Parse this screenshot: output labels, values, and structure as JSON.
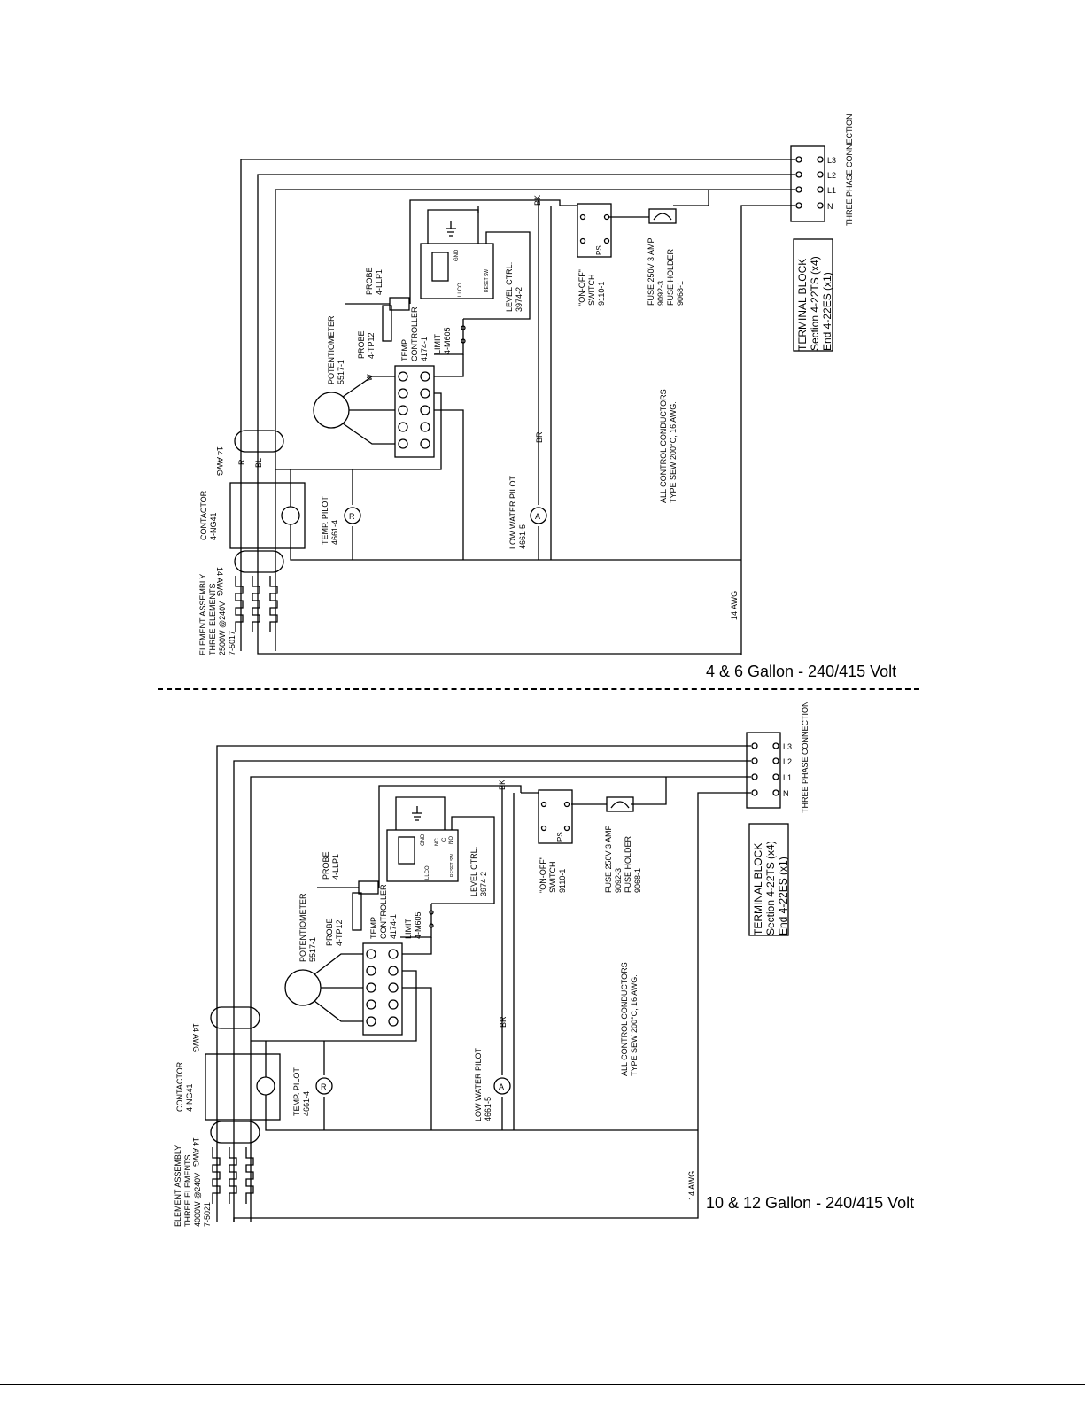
{
  "diagrams": [
    {
      "caption": "4 & 6 Gallon - 240/415 Volt",
      "element_assembly": [
        "ELEMENT ASSEMBLY",
        "THREE ELEMENTS",
        "2500W @240V",
        "7-5017"
      ]
    },
    {
      "caption": "10 & 12 Gallon - 240/415 Volt",
      "element_assembly": [
        "ELEMENT ASSEMBLY",
        "THREE ELEMENTS",
        "4000W @240V",
        "7-5021"
      ]
    }
  ],
  "labels": {
    "contactor": [
      "CONTACTOR",
      "4-NG41"
    ],
    "temp_pilot": [
      "TEMP. PILOT",
      "4661-4"
    ],
    "low_water_pilot": [
      "LOW WATER PILOT",
      "4661-5"
    ],
    "potentiometer": [
      "POTENTIOMETER",
      "5517-1"
    ],
    "probe_tp": [
      "PROBE",
      "4-TP12"
    ],
    "temp_controller": [
      "TEMP.",
      "CONTROLLER",
      "4174-1"
    ],
    "probe_llp": [
      "PROBE",
      "4-LLP1"
    ],
    "limit": [
      "LIMIT",
      "4-M605"
    ],
    "level_ctrl": [
      "LEVEL CTRL.",
      "3974-2"
    ],
    "switch": [
      "\"ON-OFF\"",
      "SWITCH",
      "9110-1"
    ],
    "fuse": [
      "FUSE 250V 3 AMP",
      "9092-3",
      "FUSE HOLDER",
      "9068-1"
    ],
    "control_note": [
      "ALL CONTROL CONDUCTORS",
      "TYPE SEW 200°C, 16 AWG."
    ],
    "terminal_block": [
      "TERMINAL BLOCK",
      "Section  4-22TS  (x4)",
      "End        4-22ES  (x1)"
    ],
    "three_phase": "THREE PHASE CONNECTION",
    "awg14": "14 AWG",
    "wire_w": "W",
    "wire_r": "R",
    "wire_bl": "BL",
    "wire_bk": "BK",
    "wire_br": "BR",
    "terminals": [
      "N",
      "L1",
      "L2",
      "L3"
    ],
    "gnd": "GND",
    "nc": "NC",
    "c": "C",
    "no": "NO",
    "reset": "RESET SW",
    "llco": "LLCO",
    "ps": "PS",
    "r_letter": "R",
    "a_letter": "A"
  }
}
